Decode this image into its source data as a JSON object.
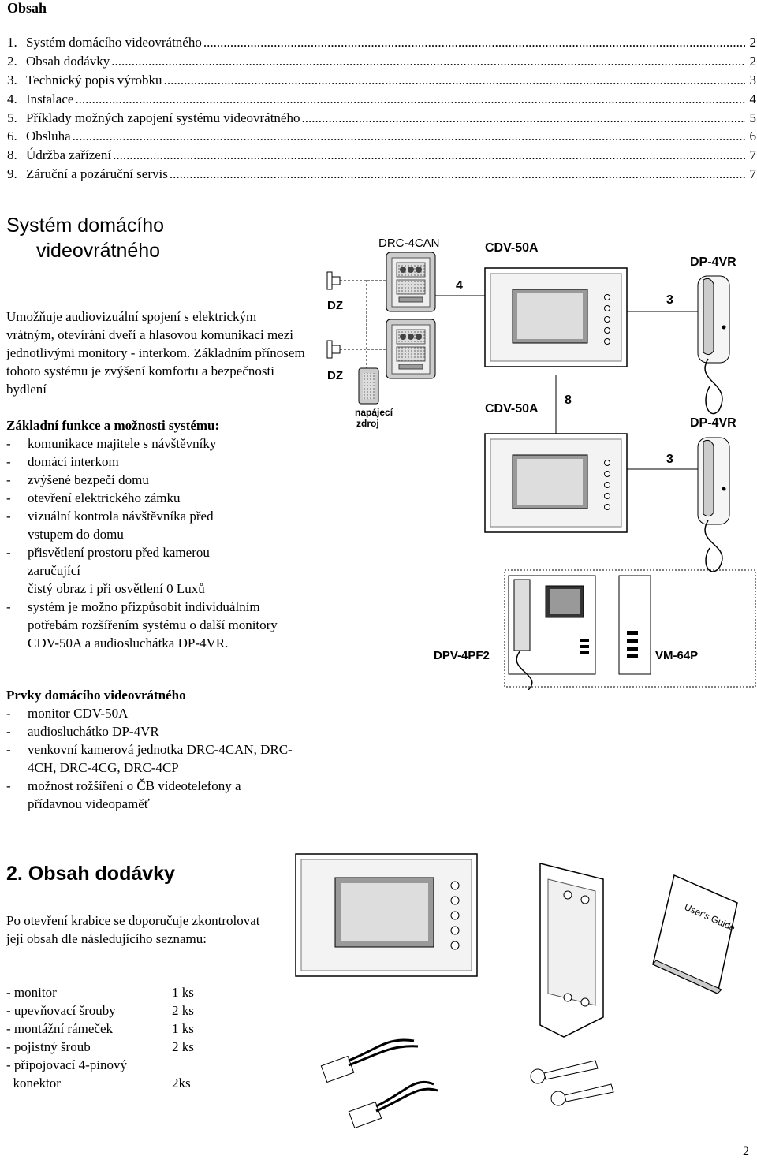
{
  "toc": {
    "heading": "Obsah",
    "entries": [
      {
        "num": "1.",
        "title": "Systém domácího videovrátného",
        "page": "2"
      },
      {
        "num": "2.",
        "title": "Obsah dodávky",
        "page": "2"
      },
      {
        "num": "3.",
        "title": "Technický popis výrobku",
        "page": "3"
      },
      {
        "num": "4.",
        "title": "Instalace",
        "page": "4"
      },
      {
        "num": "5.",
        "title": "Příklady možných zapojení systému videovrátného",
        "page": "5"
      },
      {
        "num": "6.",
        "title": "Obsluha",
        "page": "6"
      },
      {
        "num": "8.",
        "title": "Údržba zařízení",
        "page": "7"
      },
      {
        "num": "9.",
        "title": "Záruční a pozáruční servis",
        "page": "7"
      }
    ]
  },
  "section1": {
    "title_line1": "Systém domácího",
    "title_line2": "videovrátného",
    "intro": "Umožňuje audiovizuální spojení s elektrickým vrátným, otevírání dveří a hlasovou komunikaci mezi jednotlivými monitory - interkom. Základním přínosem tohoto systému je zvýšení komfortu a bezpečnosti bydlení",
    "functions_heading": "Základní funkce a možnosti systému:",
    "functions": [
      "komunikace majitele s návštěvníky",
      "domácí interkom",
      "zvýšené bezpečí domu",
      "otevření elektrického zámku",
      "vizuální kontrola návštěvníka před vstupem do domu",
      "přisvětlení prostoru před kamerou zaručující",
      "systém je možno přizpůsobit individuálním potřebám rozšířením systému o další monitory CDV-50A a audiosluchátka DP-4VR."
    ],
    "functions_continuation": "čistý obraz i při osvětlení 0 Luxů",
    "elements_heading": "Prvky domácího videovrátného",
    "elements": [
      "monitor CDV-50A",
      "audiosluchátko DP-4VR",
      "venkovní kamerová jednotka DRC-4CAN, DRC-4CH, DRC-4CG, DRC-4CP",
      "možnost rožšíření o ČB videotelefony a přídavnou videopaměť"
    ]
  },
  "diagram": {
    "camera_label": "DRC-4CAN",
    "monitor_label": "CDV-50A",
    "handset_label": "DP-4VR",
    "lock_label": "DZ",
    "power_label_line1": "napájecí",
    "power_label_line2": "zdroj",
    "wire_4": "4",
    "wire_3": "3",
    "wire_8": "8",
    "bw_phone_label": "DPV-4PF2",
    "memory_label": "VM-64P",
    "guide_label": "User's Guide"
  },
  "section2": {
    "title": "2.  Obsah dodávky",
    "intro": "Po otevření krabice se doporučuje zkontrolovat její obsah dle následujícího seznamu:",
    "items": [
      {
        "name": "- monitor",
        "qty": "1 ks"
      },
      {
        "name": "- upevňovací šrouby",
        "qty": "2 ks"
      },
      {
        "name": "- montážní rámeček",
        "qty": "1 ks"
      },
      {
        "name": "- pojistný šroub",
        "qty": "2 ks"
      },
      {
        "name": "- připojovací 4-pinový",
        "qty": ""
      },
      {
        "name": "  konektor",
        "qty": "2ks"
      }
    ]
  },
  "footer": {
    "page_number": "2"
  }
}
